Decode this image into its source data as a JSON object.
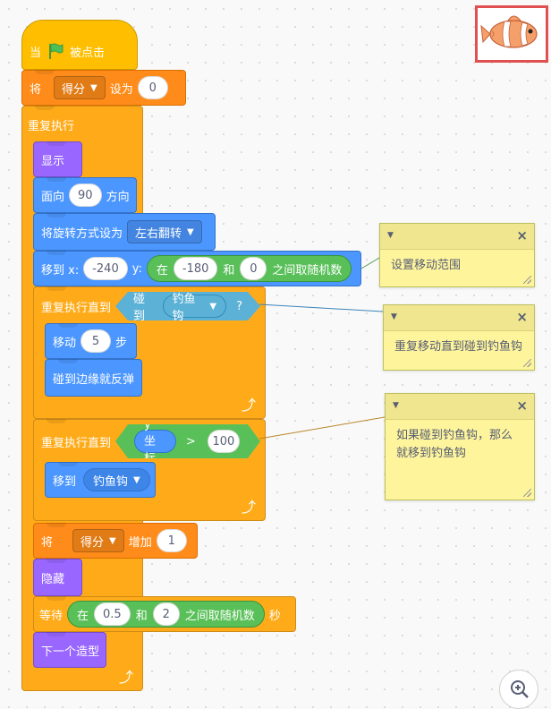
{
  "sprite": {
    "name": "clownfish-sprite"
  },
  "script": {
    "hat_when": "当",
    "hat_clicked": "被点击",
    "set_var": {
      "prefix": "将",
      "var": "得分",
      "to": "设为",
      "value": "0"
    },
    "forever": "重复执行",
    "show": "显示",
    "point_dir": {
      "label": "面向",
      "value": "90",
      "suffix": "方向"
    },
    "rot_style": {
      "label": "将旋转方式设为",
      "value": "左右翻转"
    },
    "goto_xy": {
      "label": "移到 x:",
      "x": "-240",
      "ylabel": "y:",
      "rand_in": "在",
      "rand_from": "-180",
      "rand_and": "和",
      "rand_to": "0",
      "rand_suffix": "之间取随机数"
    },
    "repeat_until_1": {
      "label": "重复执行直到",
      "touching": "碰到",
      "target": "钓鱼钩",
      "q": "?"
    },
    "move": {
      "label": "移动",
      "value": "5",
      "suffix": "步"
    },
    "bounce": "碰到边缘就反弹",
    "repeat_until_2": {
      "label": "重复执行直到",
      "reporter": "y 坐标",
      "op": ">",
      "value": "100"
    },
    "goto_target": {
      "label": "移到",
      "target": "钓鱼钩"
    },
    "change_var": {
      "prefix": "将",
      "var": "得分",
      "by": "增加",
      "value": "1"
    },
    "hide": "隐藏",
    "wait": {
      "label": "等待",
      "in": "在",
      "from": "0.5",
      "and": "和",
      "to": "2",
      "suffix": "之间取随机数",
      "unit": "秒"
    },
    "next_costume": "下一个造型"
  },
  "comments": [
    {
      "text": "设置移动范围"
    },
    {
      "text": "重复移动直到碰到钓鱼钩"
    },
    {
      "text": "如果碰到钓鱼钩，那么就移到钓鱼钩"
    }
  ],
  "icons": {
    "flag": "green-flag-icon",
    "loop": "loop-arrow-icon",
    "zoom": "zoom-in-icon"
  },
  "colors": {
    "control": "#ffab19",
    "events": "#ffbf00",
    "variables": "#ff8c1a",
    "motion": "#4c97ff",
    "looks": "#9966ff",
    "operators": "#59c059",
    "sensing": "#5cb1d6",
    "comment": "#fef49c"
  }
}
